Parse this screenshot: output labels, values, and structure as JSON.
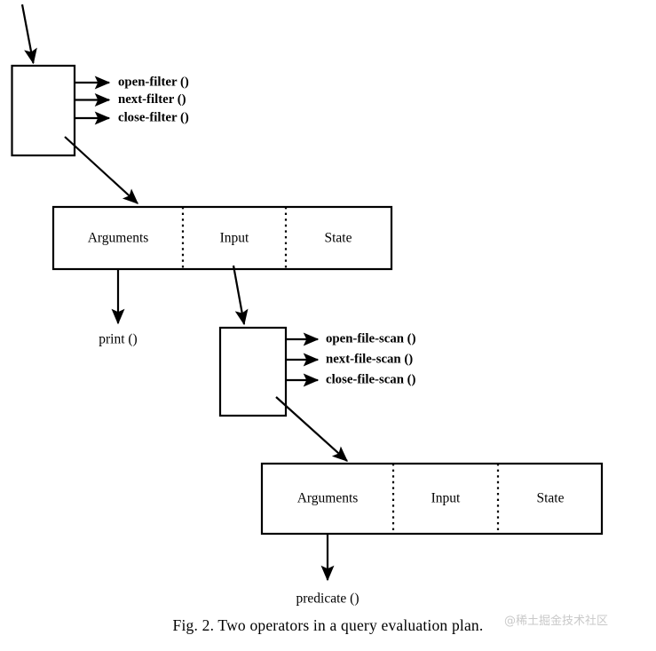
{
  "figure": {
    "caption": "Fig. 2.  Two operators in a query evaluation plan.",
    "watermark": "@稀土掘金技术社区",
    "ink_color": "#000000",
    "background_color": "#ffffff"
  },
  "operators": [
    {
      "id": "filter",
      "name": "filter-operator-box",
      "methods": [
        "open-filter ()",
        "next-filter ()",
        "close-filter ()"
      ],
      "record": {
        "cells": [
          "Arguments",
          "Input",
          "State"
        ],
        "argument_output": "print ()"
      }
    },
    {
      "id": "file-scan",
      "name": "file-scan-operator-box",
      "methods": [
        "open-file-scan ()",
        "next-file-scan ()",
        "close-file-scan ()"
      ],
      "record": {
        "cells": [
          "Arguments",
          "Input",
          "State"
        ],
        "argument_output": "predicate ()"
      }
    }
  ]
}
